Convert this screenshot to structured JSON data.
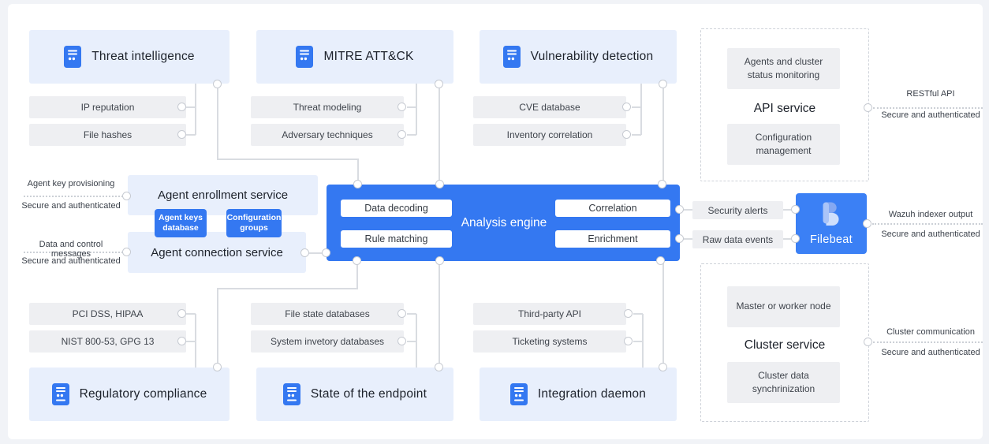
{
  "modules": {
    "top": [
      {
        "title": "Threat intelligence",
        "items": [
          "IP reputation",
          "File hashes"
        ]
      },
      {
        "title": "MITRE ATT&CK",
        "items": [
          "Threat modeling",
          "Adversary techniques"
        ]
      },
      {
        "title": "Vulnerability detection",
        "items": [
          "CVE database",
          "Inventory correlation"
        ]
      }
    ],
    "bottom": [
      {
        "title": "Regulatory compliance",
        "items": [
          "PCI DSS, HIPAA",
          "NIST 800-53, GPG 13"
        ]
      },
      {
        "title": "State of the endpoint",
        "items": [
          "File state databases",
          "System invetory databases"
        ]
      },
      {
        "title": "Integration daemon",
        "items": [
          "Third-party API",
          "Ticketing systems"
        ]
      }
    ]
  },
  "agent_services": {
    "enrollment_title": "Agent enrollment service",
    "connection_title": "Agent connection service",
    "buttons": [
      "Agent keys database",
      "Configuration groups"
    ],
    "enrollment_connector": {
      "line1": "Agent key provisioning",
      "line2": "Secure and authenticated"
    },
    "connection_connector": {
      "line1": "Data and control messages",
      "line2": "Secure and authenticated"
    }
  },
  "engine": {
    "title": "Analysis engine",
    "left_steps": [
      "Data decoding",
      "Rule matching"
    ],
    "right_steps": [
      "Correlation",
      "Enrichment"
    ]
  },
  "outputs": {
    "items": [
      "Security alerts",
      "Raw data events"
    ],
    "filebeat_label": "Filebeat",
    "indexer_connector": {
      "line1": "Wazuh indexer output",
      "line2": "Secure and authenticated"
    }
  },
  "api_service": {
    "title": "API service",
    "boxes": [
      "Agents and cluster status monitoring",
      "Configuration management"
    ],
    "connector": {
      "line1": "RESTful API",
      "line2": "Secure and authenticated"
    }
  },
  "cluster_service": {
    "title": "Cluster service",
    "boxes": [
      "Master or worker node",
      "Cluster data synchrinization"
    ],
    "connector": {
      "line1": "Cluster communication",
      "line2": "Secure and authenticated"
    }
  },
  "colors": {
    "accent_blue": "#3478f1",
    "module_blue": "#e8effc",
    "item_gray": "#eeeff2",
    "line_gray": "#d9dce1",
    "filebeat_blue": "#3b80f5"
  }
}
